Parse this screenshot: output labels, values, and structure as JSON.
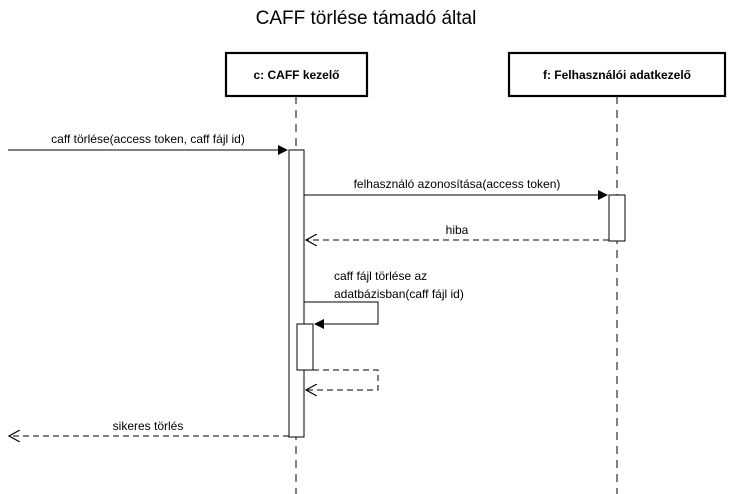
{
  "title": "CAFF törlése támadó által",
  "participants": [
    {
      "id": "caff",
      "label": "c: CAFF kezelő"
    },
    {
      "id": "user",
      "label": "f: Felhasználói adatkezelő"
    }
  ],
  "messages": [
    {
      "id": "m1",
      "label": "caff törlése(access token, caff fájl id)",
      "from": "external",
      "to": "caff",
      "type": "sync"
    },
    {
      "id": "m2",
      "label": "felhasználó azonosítása(access token)",
      "from": "caff",
      "to": "user",
      "type": "sync"
    },
    {
      "id": "m3",
      "label": "hiba",
      "from": "user",
      "to": "caff",
      "type": "return"
    },
    {
      "id": "m4",
      "label_lines": [
        "caff fájl törlése az",
        "adatbázisban(caff fájl id)"
      ],
      "from": "caff",
      "to": "caff",
      "type": "self-sync"
    },
    {
      "id": "m5",
      "label": "",
      "from": "caff",
      "to": "caff",
      "type": "self-return"
    },
    {
      "id": "m6",
      "label": "sikeres törlés",
      "from": "caff",
      "to": "external",
      "type": "return"
    }
  ],
  "colors": {
    "stroke": "#000000",
    "background": "#ffffff"
  }
}
